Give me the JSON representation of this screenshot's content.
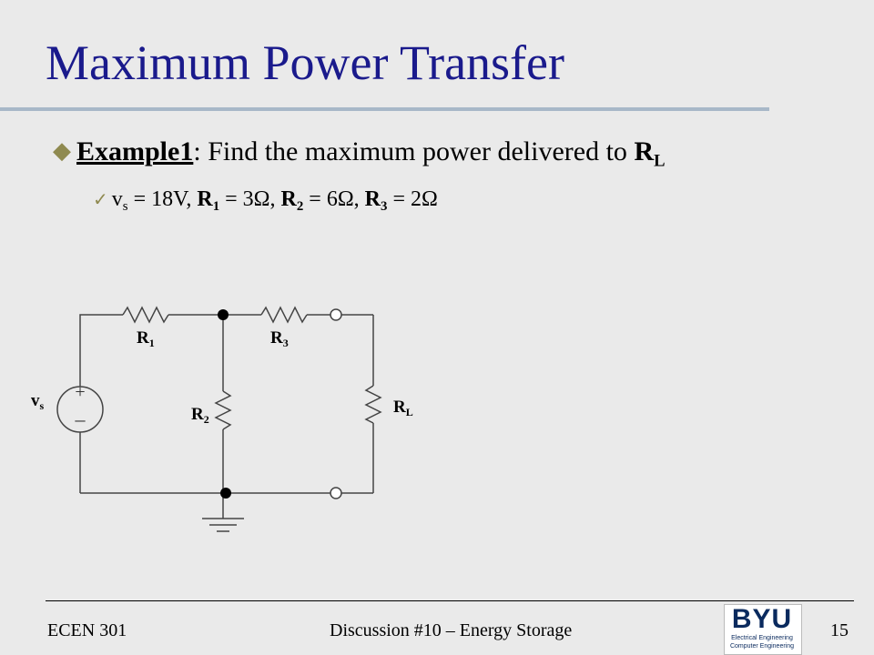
{
  "slide": {
    "title": "Maximum Power Transfer",
    "bullet1": {
      "example_label": "Example1",
      "colon": ":",
      "text": " Find the maximum power delivered to ",
      "target": "R",
      "target_sub": "L"
    },
    "bullet2": {
      "vs_symbol": "v",
      "vs_sub": "s",
      "vs_value": " = 18V, ",
      "r1_symbol": "R",
      "r1_sub": "1",
      "r1_value": " = 3Ω, ",
      "r2_symbol": "R",
      "r2_sub": "2",
      "r2_value": " = 6Ω, ",
      "r3_symbol": "R",
      "r3_sub": "3",
      "r3_value": " = 2Ω"
    }
  },
  "circuit": {
    "labels": {
      "r1": "R",
      "r1_sub": "1",
      "r2": "R",
      "r2_sub": "2",
      "r3": "R",
      "r3_sub": "3",
      "rl": "R",
      "rl_sub": "L",
      "vs": "v",
      "vs_sub": "s",
      "plus": "+",
      "minus": "–"
    }
  },
  "footer": {
    "course": "ECEN 301",
    "discussion": "Discussion #10 – Energy Storage",
    "page_number": "15",
    "logo_text": "BYU",
    "logo_sub_line1": "Electrical Engineering",
    "logo_sub_line2": "Computer Engineering"
  },
  "colors": {
    "title": "#1a1a8c",
    "bullet_marker": "#8f8a50",
    "background": "#eaeaea"
  }
}
